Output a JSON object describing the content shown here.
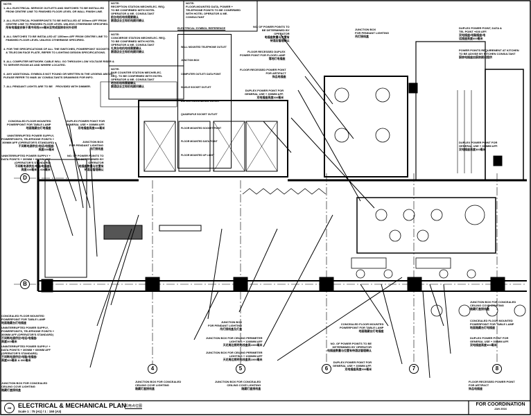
{
  "general_notes": {
    "heading": "NOTE:",
    "items": [
      "1. ALL ELECTRICAL SERVICE OUTLETS AND SWITCHES TO BE INSTALLED\n   FROM CENTRE LINE TO FINISHED FLOOR LEVEL OR WALL FINISH LINE.",
      "2. ALL ELECTRICAL POWERPOINTS TO BE INSTALLED AT 300mm AFF FROM\n   CENTRE LINE TO FINISHED FLOOR LEVEL UNLESS OTHERWISE SPECIFIED.\n   所有电插座安装于离中间线300毫米至完成面除非另外说明",
      "3. ALL SWITCHES TO BE INSTALLED AT 1350mm AFF FROM CENTRE LINE TO\n   FINISHED FLOOR LEVEL UNLESS OTHERWISE SPECIFIED.",
      "4. FOR THE SPECIFICATIONS OF ALL THE SWITCHES, POWERPOINT SOCKETS\n   & TELECOM FACE PLATE, REFER TO LIGHTING DESIGN SPECIFICATIONS.",
      "5. ALL COMPUTER NETWORK CABLE WILL GO THROUGH LOW VOLTAGE RISER &\nTO SERVER ROOM AS AND WHERE LOCATED.",
      "6. ANY ADDITIONAL SYMBOLS NOT FOUND OR WRITTEN IN THE LEGEND ABOVE,\nPLEASE REFER TO M&E/ AV CONSULTANTS DRAWINGS FOR INFO.",
      "7. ALL PENDANT LIGHTS ARE TO BE    PROVIDED WITH DIMMER."
    ]
  },
  "station_notes": [
    {
      "heading": "NOTE:",
      "text": "RECEPTION STATION MECH/ELEC. REQ.\nTO BE CONFIRMED WITH HOTEL\nOPERATOR & ME. CONSULTANT\n前台电机电线需要确认\n跟酒店业主和机电顾问确认"
    },
    {
      "heading": "NOTE:",
      "text": "CONCIERGE STATION MECH/ELEC. REQ.\nTO BE CONFIRMED WITH HOTEL\nOPERATOR & ME. CONSULTANT\n礼宾台电机电线需要确认\n跟酒店业主和机电顾问确认"
    },
    {
      "heading": "NOTE:",
      "text": "BAR COUNTER STATION MECH/ELEC.\nREQ. TO BE CONFIRMED WITH HOTEL\nOPERATOR & ME. CONSULTANT\n吧台机电线需要确认\n跟酒店业主和机电顾问确认"
    },
    {
      "heading": "NOTE:",
      "text": "FLOOR-MOUNTED DATA, POWER +\nTELEPHONE POINTS TO BE CONFIRMED\nWITH HOTEL OPERATOR & ME.\nCONSULTANT"
    }
  ],
  "legend": {
    "title": "ELECTRICAL SYMBOL REFERENCE",
    "items": [
      "WALL MOUNTED TELEPHONE OUTLET",
      "JUNCTION BOX",
      "COMPUTER OUTLET/ DATA POINT",
      "SINGLE SOCKET OUTLET",
      "DUPLEX CONVENIENCE OUTLET",
      "QUADRUPLE SOCKET OUTLET",
      "FLOOR MOUNTED SOCKET POINT",
      "FLOOR MOUNTED DATA POINT",
      "FLOOR MOUNTED UP LIGHT"
    ]
  },
  "annotations": [
    "CONCEALED FLOOR MOUNTED\nPOWERPOINT FOR TABLE LAMP\n地面隐藏台灯电插座",
    "UNINTERRUPTED POWER SUPPLY,\nPOWERPOINTS, TELEPHONE POINTS +\n300mm AFF (OPERATOR'S STANDARD)\n不间断电源供应/电话/电插座/\n高度300毫米",
    "UNINTERRUPTED POWER SUPPLY +\nDATA POINTS + 300mm + 600mm AFF\n(OPERATOR'S STANDARD)\n不间断电源供应/电脑/电插座/\n高度300毫米 & 600毫米",
    "DUPLEX POWER POINT FOR\nGENERAL USE + 300mm AFF.\n双电插座高度300毫米",
    "JUNCTION BOX\nFOR PENDANT LIGHTING\n吊灯接线盒",
    "NO. OF POWER POINTS TO\nBE DETERMINED BY\nOPERATOR\n电插座数量与位置有\n待酒店管理确认",
    "NO. OF POWER POINTS TO\nBE DETERMINED BY\nOPERATOR\n电插座数量与位置有\n待酒店管理确认",
    "FLOOR RECESSED DUPLEX\nPOWER POINT FOR FLOOR LAMP\n落地灯电插座",
    "FLOOR RECESSED POWER POINT\nFOR ARTIFACT\n饰品电插座",
    "DUPLEX POWER POINT FOR\nGENERAL USE + 300mm AFF.\n双电插座高度300毫米",
    "JUNCTION BOX\nFOR PENDANT LIGHTING\n吊灯接线盒",
    "DUPLEX POWER POINT, DATA &\nTEL POINT +600 AFF.\n双电插座/电脑插座/电\n话插座高度600毫米",
    "POWER POINTS REQUIREMENT AT KITCHEN\nTO BE ADVISE BY KITCHEN CONSULTANT\n厨房电插座由厨房顾问提供",
    "DUPLEX POWER POINT FOR\nGENERAL USE + 300mm AFF.\n双电插座高度300毫米",
    "CONCEALED FLOOR MOUNTED\nPOWERPOINT FOR TABLE LAMP\n地面隐藏台灯电插座",
    "UNINTERRUPTED POWER SUPPLY,\nPOWERPOINTS, TELEPHONE POINTS +\n300mm AFF (OPERATOR'S STANDARD)\n不间断电源供应/电话/电插座/\n高度300毫米",
    "UNINTERRUPTED POWER SUPPLY +\nDATA POINTS + 300mm + 600mm AFF\n(OPERATOR'S STANDARD)\n不间断电源供应/电脑/电插座/\n高度300毫米 & 600毫米",
    "JUNCTION BOX FOR CONCEALED\nCEILING COVE LIGHTING\n隐藏灯盒接线盒",
    "JUNCTION BOX\nFOR PENDANT LIGHTING\n吊灯接线盒及灯盒",
    "JUNCTION BOX FOR CEILING PERIMETER\nLIGHTING + 1000mm AFF\n天花周边照明电线盒高1000毫米",
    "JUNCTION BOX FOR CEILING PERIMETER\nLIGHTING + 1000mm AFF\n天花周边照明电线盒高1000毫米",
    "JUNCTION BOX FOR CONCEALED\nCEILING COVE LIGHTING\n隐藏灯盒接线盒",
    "JUNCTION BOX FOR CONCEALED\nCEILING COVE LIGHTING\n隐藏灯盒接线盒",
    "CONCEALED FLOOR MOUNTED\nPOWERPOINT FOR TABLE LAMP\n地面隐藏台灯电插座",
    "NO. OF POWER POINTS TO BE\nDETERMINED BY OPERATOR\n电插座数量与位置有待酒店管理确认",
    "DUPLEX POWER POINT FOR\nGENERAL USE + 300mm AFF.\n双电插座高度300毫米",
    "JUNCTION BOX FOR CONCEALED\nCEILING COVE LIGHTING\n隐藏灯盒接线盒",
    "CONCEALED FLOOR MOUNTED\nPOWERPOINT FOR TABLE LAMP\n地面隐藏台灯电插座",
    "DUPLEX POWER POINT FOR\nGENERAL USE + 300mm AFF.\n双电插座高度300毫米",
    "FLOOR RECESSED POWER POINT\nFOR ARTIFACT\n饰品电插座"
  ],
  "grid": [
    "D",
    "B",
    "4",
    "5",
    "6",
    "7",
    "8"
  ],
  "title_block": {
    "sheet_ref": "2M",
    "title": "ELECTRICAL & MECHANICAL PLAN",
    "title_cn": "机电点位图",
    "scale": "Scale 1 : 75 (A1) / 1 : 150 (A3)",
    "status": "FOR COORDINATION",
    "date": "JAN 2016"
  }
}
